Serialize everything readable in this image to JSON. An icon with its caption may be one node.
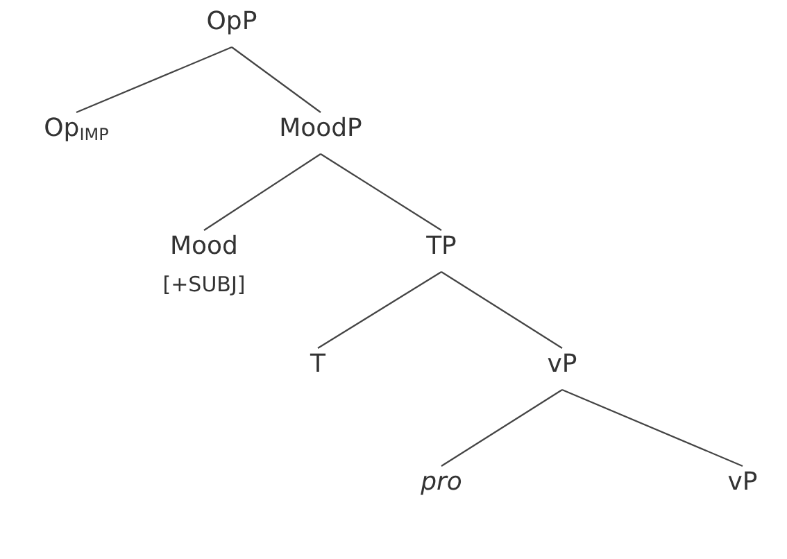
{
  "diagram": {
    "nodes": [
      {
        "text": [
          "OpP"
        ]
      },
      {
        "text": [
          "Op$_{IMP}$"
        ]
      },
      {
        "text": [
          "MoodP"
        ]
      },
      {
        "text": [
          "Mood",
          "[+SUBJ]"
        ]
      },
      {
        "text": [
          "TP"
        ]
      },
      {
        "text": [
          "T"
        ]
      },
      {
        "text": [
          "vP"
        ]
      },
      {
        "text": [
          "pro"
        ]
      },
      {
        "text": [
          "vP"
        ]
      }
    ],
    "edges": [
      {
        "from": 0,
        "to": 1,
        "arrow": "none"
      },
      {
        "from": 0,
        "to": 2,
        "arrow": "none"
      },
      {
        "from": 2,
        "to": 3,
        "arrow": "none"
      },
      {
        "from": 2,
        "to": 4,
        "arrow": "none"
      },
      {
        "from": 4,
        "to": 5,
        "arrow": "none"
      },
      {
        "from": 4,
        "to": 6,
        "arrow": "none"
      },
      {
        "from": 6,
        "to": 7,
        "arrow": "none"
      },
      {
        "from": 6,
        "to": 8,
        "arrow": "none"
      }
    ]
  }
}
